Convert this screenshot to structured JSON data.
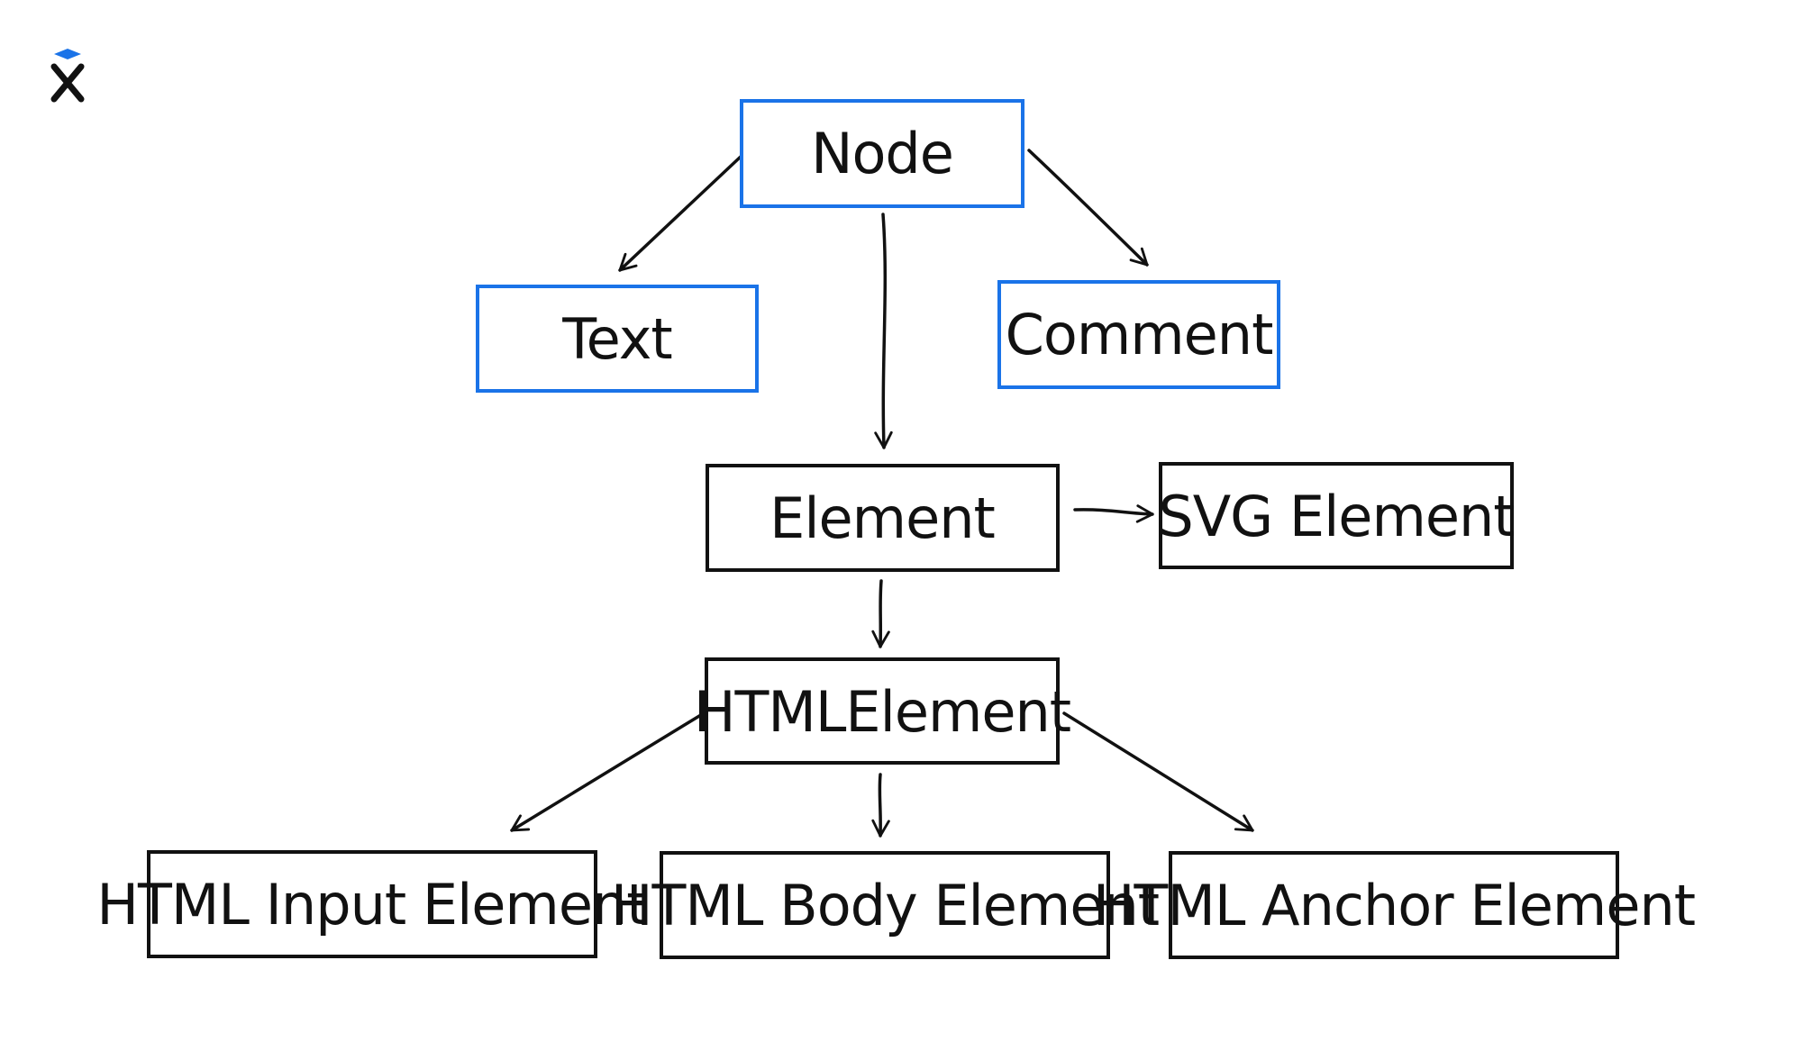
{
  "colors": {
    "accent": "#1a73e8",
    "ink": "#111111",
    "background": "#ffffff"
  },
  "logo": {
    "icon": "x-cube-logo-icon"
  },
  "nodes": [
    {
      "id": "node",
      "label": "Node",
      "highlight": true
    },
    {
      "id": "text",
      "label": "Text",
      "highlight": true
    },
    {
      "id": "comment",
      "label": "Comment",
      "highlight": true
    },
    {
      "id": "element",
      "label": "Element",
      "highlight": false
    },
    {
      "id": "svg-element",
      "label": "SVG Element",
      "highlight": false
    },
    {
      "id": "html-element",
      "label": "HTMLElement",
      "highlight": false
    },
    {
      "id": "html-input-element",
      "label": "HTML Input Element",
      "highlight": false
    },
    {
      "id": "html-body-element",
      "label": "HTML Body Element",
      "highlight": false
    },
    {
      "id": "html-anchor-element",
      "label": "HTML Anchor Element",
      "highlight": false
    }
  ],
  "edges": [
    {
      "from": "node",
      "to": "text"
    },
    {
      "from": "node",
      "to": "element"
    },
    {
      "from": "node",
      "to": "comment"
    },
    {
      "from": "element",
      "to": "svg-element"
    },
    {
      "from": "element",
      "to": "html-element"
    },
    {
      "from": "html-element",
      "to": "html-input-element"
    },
    {
      "from": "html-element",
      "to": "html-body-element"
    },
    {
      "from": "html-element",
      "to": "html-anchor-element"
    }
  ]
}
